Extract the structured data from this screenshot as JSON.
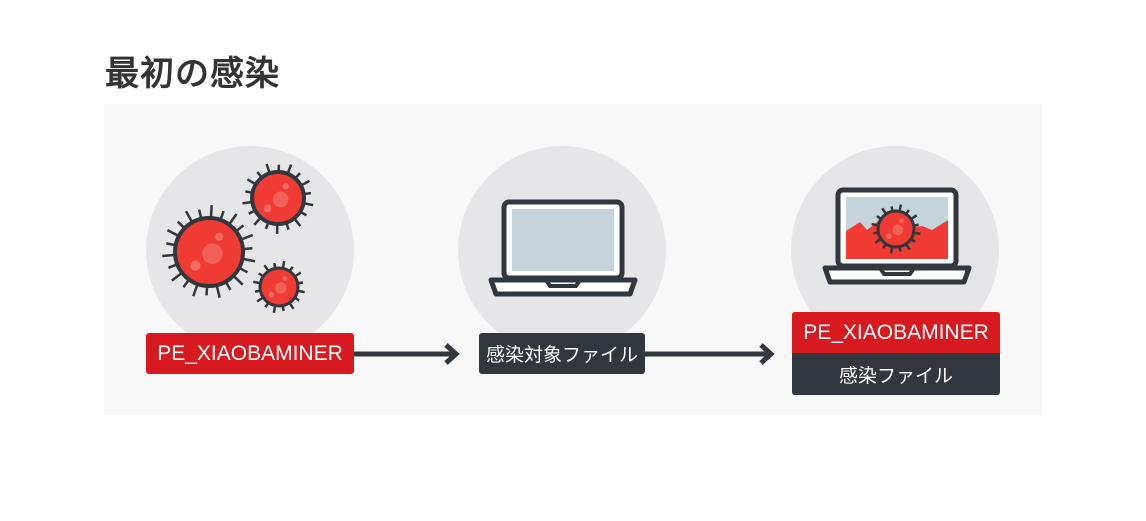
{
  "title": "最初の感染",
  "steps": [
    {
      "label": "PE_XIAOBAMINER",
      "icon": "virus-cluster-icon"
    },
    {
      "label": "感染対象ファイル",
      "icon": "laptop-icon"
    },
    {
      "label": "PE_XIAOBAMINER",
      "sublabel": "感染ファイル",
      "icon": "infected-laptop-icon"
    }
  ],
  "colors": {
    "red": "#d71920",
    "dark": "#31373c",
    "virus": "#ef3b33",
    "screen": "#c5d3da"
  }
}
